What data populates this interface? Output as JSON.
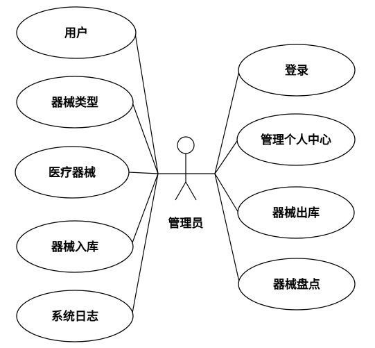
{
  "actor": {
    "label": "管理员"
  },
  "left_use_cases": [
    {
      "label": "用户"
    },
    {
      "label": "器械类型"
    },
    {
      "label": "医疗器械"
    },
    {
      "label": "器械入库"
    },
    {
      "label": "系统日志"
    }
  ],
  "right_use_cases": [
    {
      "label": "登录"
    },
    {
      "label": "管理个人中心"
    },
    {
      "label": "器械出库"
    },
    {
      "label": "器械盘点"
    }
  ],
  "colors": {
    "stroke": "#000000",
    "fill": "#ffffff"
  }
}
